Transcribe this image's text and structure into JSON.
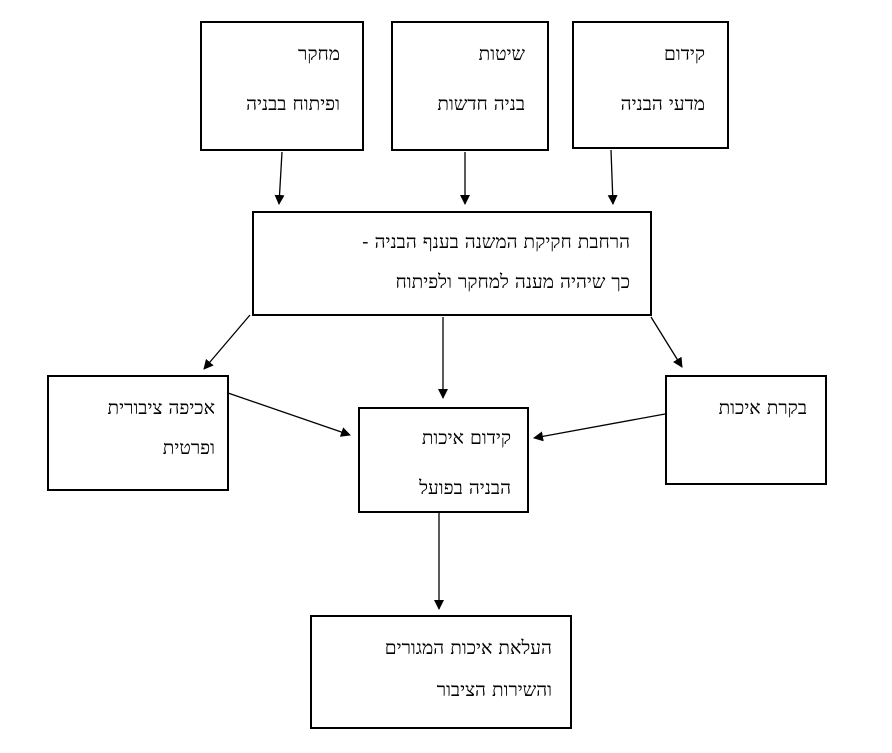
{
  "diagram": {
    "boxes": {
      "research": {
        "line1": "מחקר",
        "line2": "ופיתוח בבניה"
      },
      "methods": {
        "line1": "שיטות",
        "line2": "בניה חדשות"
      },
      "promotion": {
        "line1": "קידום",
        "line2": "מדעי הבניה"
      },
      "legislation": {
        "line1": "הרחבת חקיקת המשנה בענף הבניה -",
        "line2": "כך שיהיה מענה למחקר ולפיתוח"
      },
      "enforcement": {
        "line1": "אכיפה ציבורית",
        "line2": "ופרטית"
      },
      "quality_promotion": {
        "line1": "קידום איכות",
        "line2": "הבניה בפועל"
      },
      "quality_control": {
        "line1": "בקרת איכות"
      },
      "outcome": {
        "line1": "העלאת איכות המגורים",
        "line2": "והשירות הציבור"
      }
    },
    "colors": {
      "stroke": "#000000",
      "background": "#ffffff"
    }
  }
}
